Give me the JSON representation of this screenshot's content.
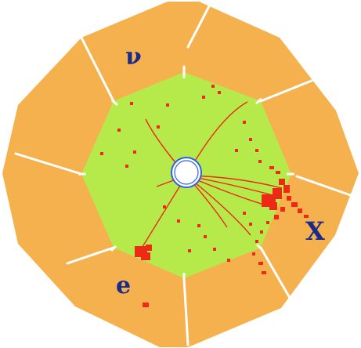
{
  "figure": {
    "labels": {
      "neutrino": "ν",
      "electron": "e",
      "jet": "X"
    },
    "colors": {
      "calorimeter": "#f6b14f",
      "tracker": "#b5ea4a",
      "deposits": "#ec2a16",
      "dividers": "#ffffff",
      "beam_pipe": "#2f5fe8",
      "labels": "#1c2a8c"
    }
  }
}
